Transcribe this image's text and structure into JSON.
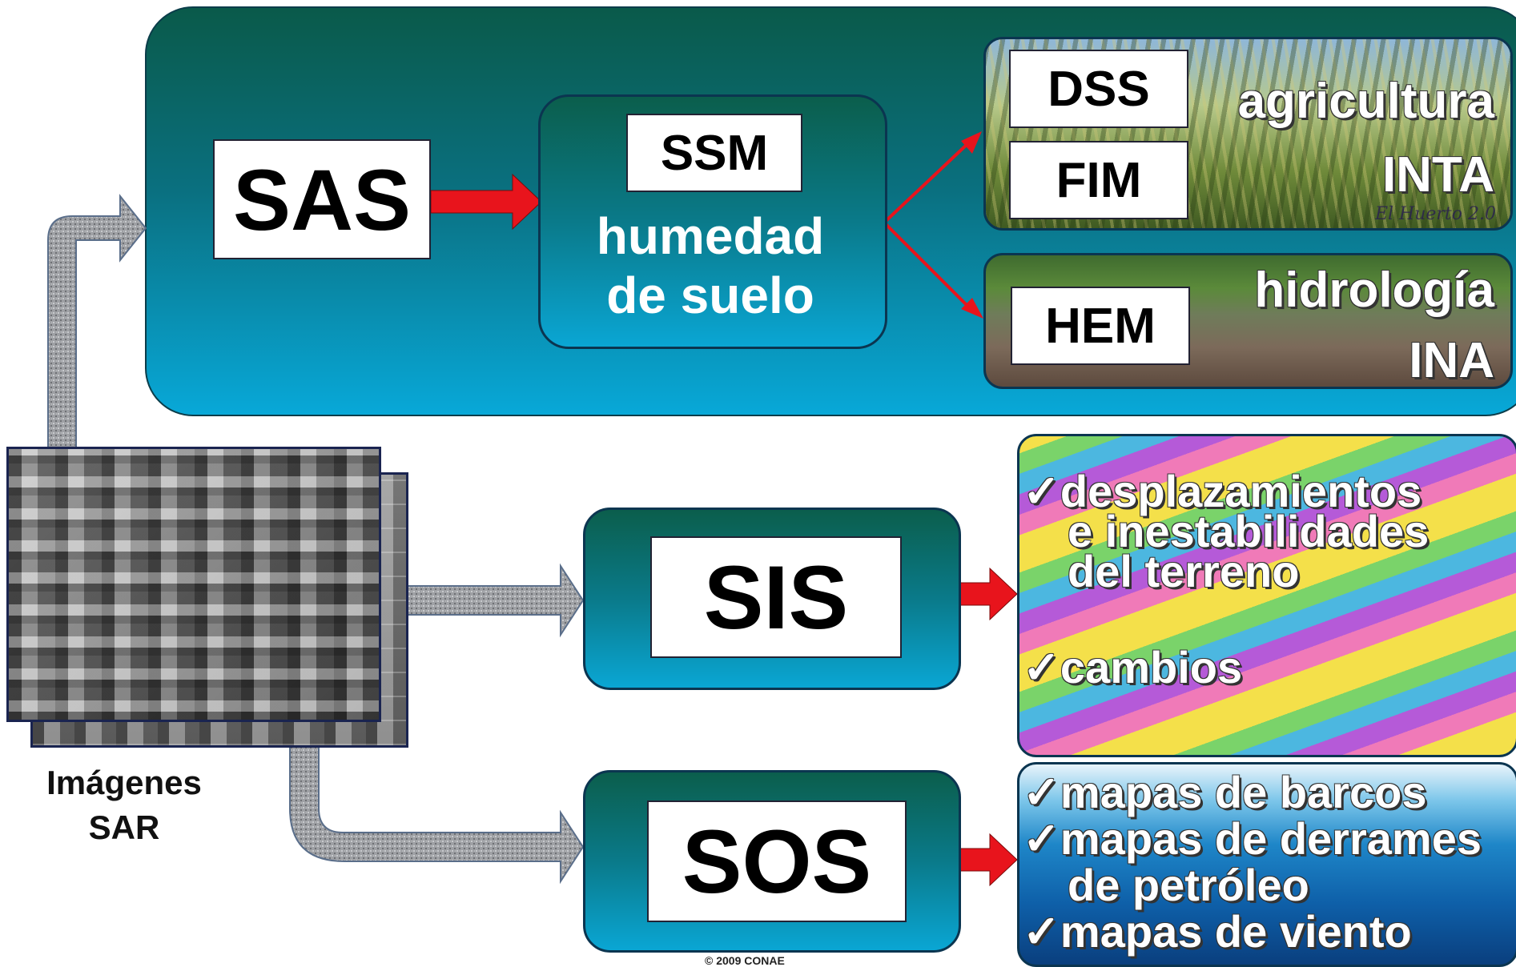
{
  "sas": {
    "label": "SAS"
  },
  "ssm": {
    "label": "SSM",
    "line1": "humedad",
    "line2": "de suelo"
  },
  "dss": {
    "label": "DSS"
  },
  "fim": {
    "label": "FIM"
  },
  "hem": {
    "label": "HEM"
  },
  "agri": {
    "title": "agricultura",
    "org": "INTA",
    "watermark": "El Huerto 2.0"
  },
  "hidro": {
    "title": "hidrología",
    "org": "INA"
  },
  "sis": {
    "label": "SIS"
  },
  "sos": {
    "label": "SOS"
  },
  "sar": {
    "line1": "Imágenes",
    "line2": "SAR"
  },
  "sis_results": {
    "item1_l1": "desplazamientos",
    "item1_l2": "e inestabilidades",
    "item1_l3": "del terreno",
    "item2": "cambios",
    "check": "✓"
  },
  "sos_results": {
    "item1": "mapas de barcos",
    "item2_l1": "mapas de derrames",
    "item2_l2": "de petróleo",
    "item3": "mapas de viento",
    "check": "✓"
  },
  "footer": {
    "copyright": "© 2009 CONAE"
  },
  "colors": {
    "arrow_red": "#e8141c",
    "panel_dark": "#0a5a4a",
    "panel_light": "#08a8d8"
  }
}
